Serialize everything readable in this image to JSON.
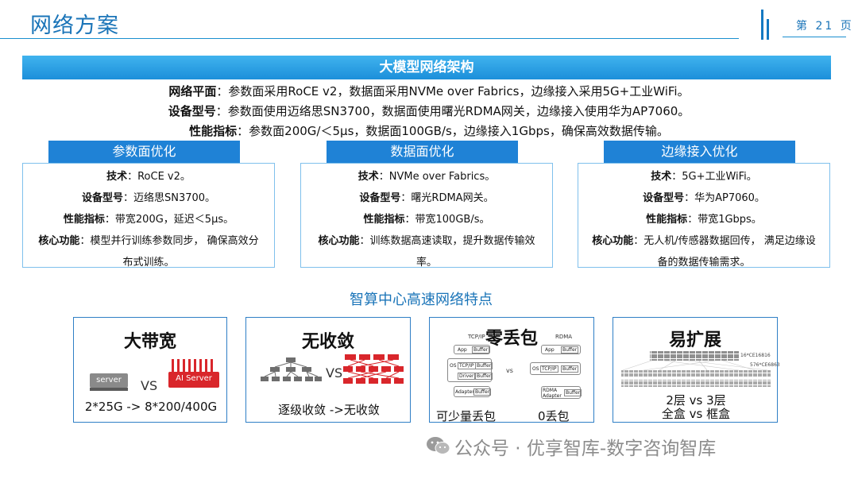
{
  "header": {
    "title": "网络方案",
    "page": "第 21 页"
  },
  "banner": {
    "title": "大模型网络架构"
  },
  "summary": [
    {
      "label": "网络平面",
      "text": "：参数面采用RoCE v2，数据面采用NVMe over Fabrics，边缘接入采用5G+工业WiFi。"
    },
    {
      "label": "设备型号",
      "text": "：参数面使用迈络思SN3700，数据面使用曙光RDMA网关，边缘接入使用华为AP7060。"
    },
    {
      "label": "性能指标",
      "text": "：参数面200G/＜5μs，数据面100GB/s，边缘接入1Gbps，确保高效数据传输。"
    }
  ],
  "columns": [
    {
      "title": "参数面优化",
      "tech_label": "技术",
      "tech": "：RoCE v2。",
      "model_label": "设备型号",
      "model": "：迈络思SN3700。",
      "perf_label": "性能指标",
      "perf": "：带宽200G，延迟＜5μs。",
      "core_label": "核心功能",
      "core1": "：模型并行训练参数同步，  确保高效分",
      "core2": "布式训练。"
    },
    {
      "title": "数据面优化",
      "tech_label": "技术",
      "tech": "：NVMe over Fabrics。",
      "model_label": "设备型号",
      "model": "：曙光RDMA网关。",
      "perf_label": "性能指标",
      "perf": "：带宽100GB/s。",
      "core_label": "核心功能",
      "core1": "：训练数据高速读取，提升数据传输效",
      "core2": "率。"
    },
    {
      "title": "边缘接入优化",
      "tech_label": "技术",
      "tech": "：5G+工业WiFi。",
      "model_label": "设备型号",
      "model": "：华为AP7060。",
      "perf_label": "性能指标",
      "perf": "：带宽1Gbps。",
      "core_label": "核心功能",
      "core1": "：无人机/传感器数据回传，  满足边缘设",
      "core2": "备的数据传输需求。"
    }
  ],
  "features": {
    "title": "智算中心高速网络特点",
    "cards": [
      {
        "title": "大带宽",
        "left_label": "server",
        "vs": "VS",
        "right_label": "AI Server",
        "caption": "2*25G -> 8*200/400G"
      },
      {
        "title": "无收敛",
        "vs": "VS",
        "caption": "逐级收敛 ->无收敛"
      },
      {
        "title": "零丢包",
        "left_proto": "TCP/IP",
        "right_proto": "RDMA",
        "vs": "vs",
        "stack_left": [
          "App",
          "Buffer",
          "OS",
          "TCP/IP",
          "Buffer",
          "Driver",
          "Buffer",
          "Adapter",
          "Buffer"
        ],
        "stack_right": [
          "App",
          "Buffer",
          "OS",
          "TCP/IP",
          "Buffer",
          "RDMA Adapter",
          "Buffer"
        ],
        "caption_left": "可少量丢包",
        "caption_right": "0丢包"
      },
      {
        "title": "易扩展",
        "tag1": "16*CE16816",
        "tag2": "576*CE6863",
        "caption1": "2层 vs 3层",
        "caption2": "全盒 vs 框盒"
      }
    ]
  },
  "watermark": "公众号 · 优享智库-数字咨询智库"
}
